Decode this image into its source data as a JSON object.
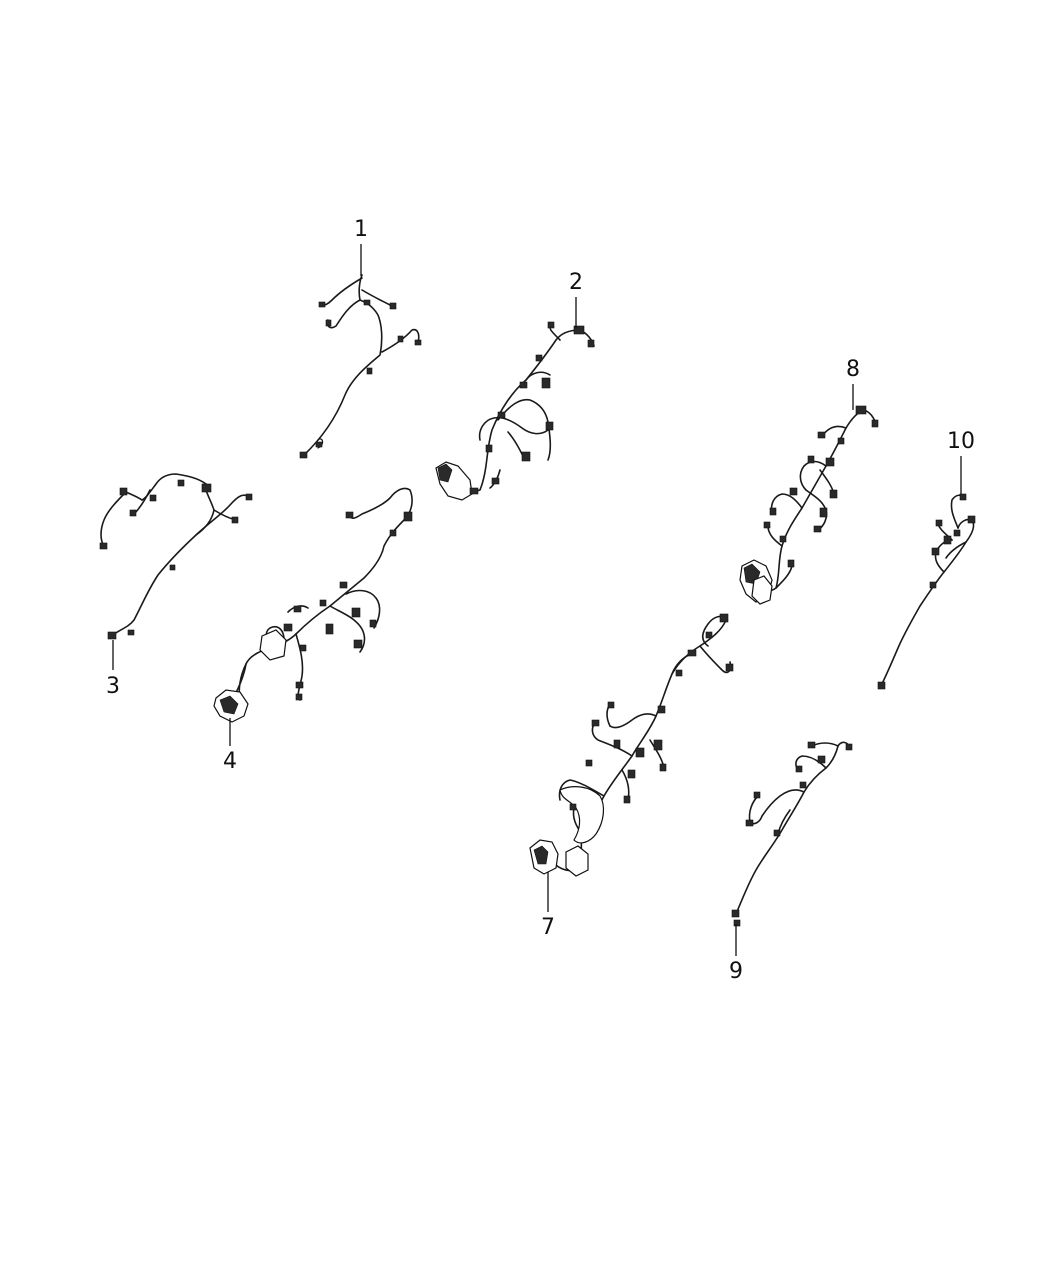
{
  "diagram": {
    "callouts": [
      "1",
      "2",
      "3",
      "4",
      "7",
      "8",
      "9",
      "10"
    ]
  }
}
